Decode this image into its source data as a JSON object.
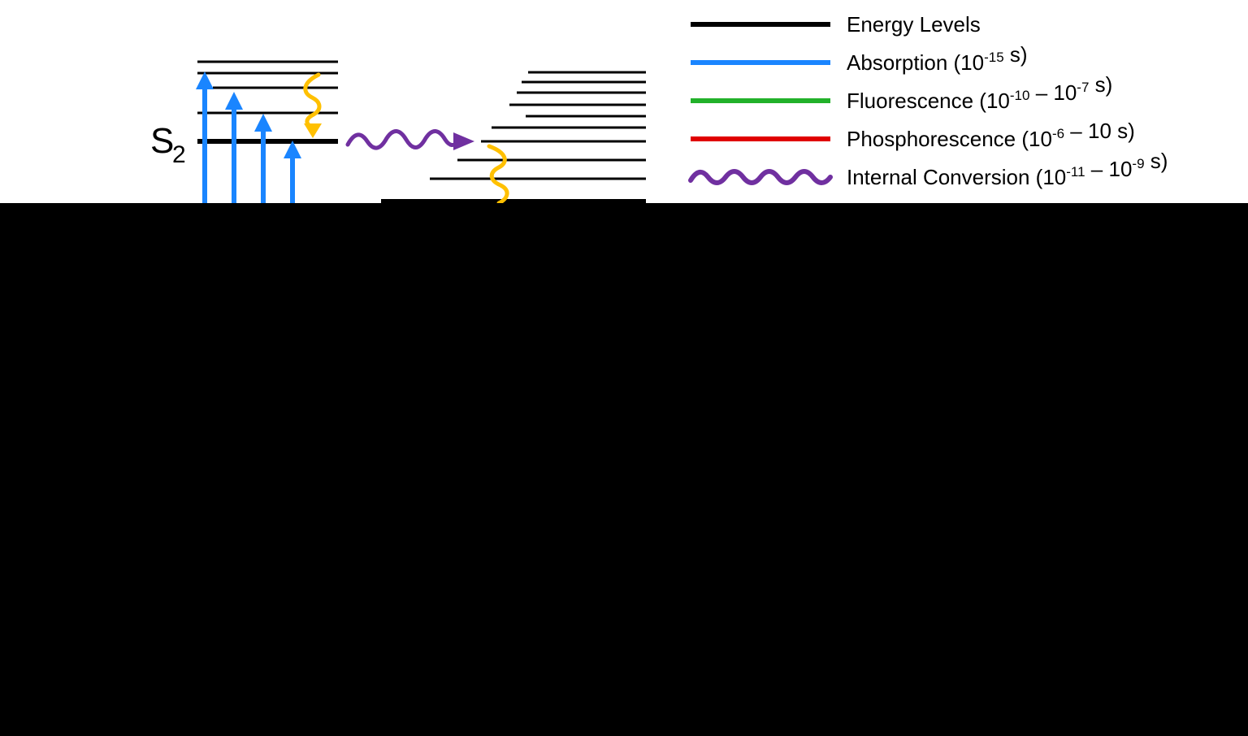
{
  "colors": {
    "energy_levels": "#000000",
    "absorption": "#1a85ff",
    "fluorescence": "#22b12a",
    "phosphorescence": "#e00000",
    "internal_conversion": "#7030a0",
    "vibrational_relaxation": "#ffc000"
  },
  "state_label": {
    "letter": "S",
    "subscript": "2"
  },
  "legend": [
    {
      "key": "energy_levels",
      "style": "line",
      "label": "Energy Levels",
      "sup": "",
      "tail": ""
    },
    {
      "key": "absorption",
      "style": "line",
      "label": "Absorption (10",
      "sup": "-15",
      "tail": " s)"
    },
    {
      "key": "fluorescence",
      "style": "line",
      "label": "Fluorescence (10",
      "sup": "-10",
      "tail": " – 10",
      "sup2": "-7",
      "tail2": " s)"
    },
    {
      "key": "phosphorescence",
      "style": "line",
      "label": "Phosphorescence (10",
      "sup": "-6",
      "tail": " – 10 s)"
    },
    {
      "key": "internal_conversion",
      "style": "wave",
      "label": "Internal Conversion (10",
      "sup": "-11",
      "tail": " – 10",
      "sup2": "-9",
      "tail2": " s)"
    }
  ]
}
